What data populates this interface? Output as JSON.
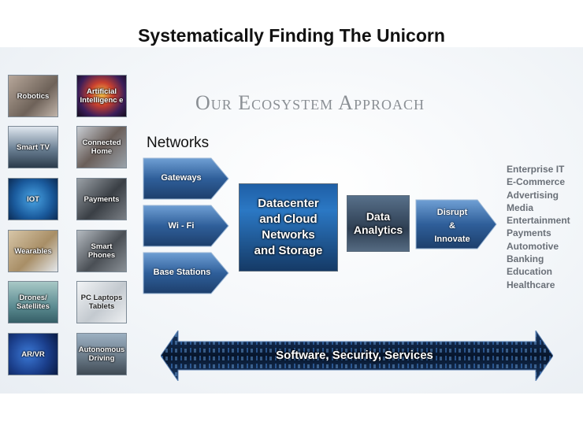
{
  "title": "Systematically Finding The Unicorn",
  "subtitle": "Our Ecosystem Approach",
  "tiles": [
    {
      "label": "Robotics",
      "icon": "robot-face-photo"
    },
    {
      "label": "Artificial Intelligenc e",
      "icon": "brain-photo"
    },
    {
      "label": "Smart TV",
      "icon": "tv-photo"
    },
    {
      "label": "Connected Home",
      "icon": "home-photo"
    },
    {
      "label": "IOT",
      "icon": "globe-network-photo"
    },
    {
      "label": "Payments",
      "icon": "card-terminal-photo"
    },
    {
      "label": "Wearables",
      "icon": "wearables-photo"
    },
    {
      "label": "Smart Phones",
      "icon": "phones-photo"
    },
    {
      "label": "Drones/ Satellites",
      "icon": "drone-photo"
    },
    {
      "label": "PC Laptops Tablets",
      "icon": "laptop-photo"
    },
    {
      "label": "AR/VR",
      "icon": "vr-headset-photo"
    },
    {
      "label": "Autonomous Driving",
      "icon": "car-photo"
    }
  ],
  "networks": {
    "label": "Networks",
    "items": [
      "Gateways",
      "Wi - Fi",
      "Base Stations"
    ]
  },
  "datacenter": {
    "line1": "Datacenter",
    "line2": "and Cloud",
    "line3": "Networks",
    "line4": "and Storage"
  },
  "analytics": {
    "line1": "Data",
    "line2": "Analytics"
  },
  "disrupt": {
    "line1": "Disrupt",
    "line2": "&",
    "line3": "Innovate"
  },
  "industries": [
    "Enterprise IT",
    "E-Commerce",
    "Advertising",
    "Media",
    "Entertainment",
    "Payments",
    "Automotive",
    "Banking",
    "Education",
    "Healthcare"
  ],
  "bottom_bar": "Software, Security, Services",
  "colors": {
    "chevron_fill": "#2f5f9a",
    "arrow_fill": "#0b1f3a",
    "industry_text": "#6a7078",
    "subtitle_text": "#8a8f94"
  }
}
